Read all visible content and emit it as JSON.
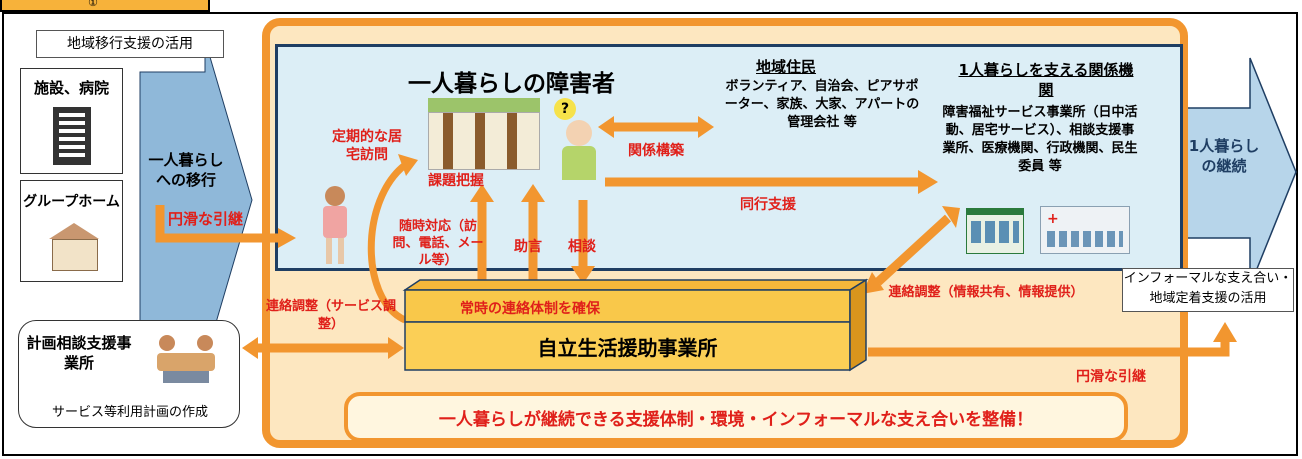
{
  "top_tab": "①",
  "callout_top": "地域移行支援の活用",
  "facility_label": "施設、病院",
  "grouphome_label": "グループホーム",
  "left_arrow_text": "一人暮らしへの移行",
  "smooth_handover_left": "円滑な引継",
  "main_title": "一人暮らしの障害者",
  "regular_visit": "定期的な居宅訪問",
  "task_grasp": "課題把握",
  "on_demand": "随時対応（訪問、電話、メール等）",
  "advice": "助言",
  "consult": "相談",
  "relationship": "関係構築",
  "accompany": "同行支援",
  "residents_title": "地域住民",
  "residents_body": "ボランティア、自治会、ピアサポーター、家族、大家、アパートの管理会社 等",
  "support_orgs_title": "1人暮らしを支える関係機関",
  "support_orgs_body": "障害福祉サービス事業所（日中活動、居宅サービス）、相談支援事業所、医療機関、行政機関、民生委員 等",
  "continue_text": "1人暮らしの継続",
  "informal_callout": "インフォーマルな支え合い・地域定着支援の活用",
  "liaison_left": "連絡調整（サービス調整）",
  "always_contact": "常時の連絡体制を確保",
  "center_office": "自立生活援助事業所",
  "liaison_right": "連絡調整（情報共有、情報提供）",
  "smooth_handover_right": "円滑な引継",
  "plan_office": "計画相談支援事業所",
  "plan_caption": "サービス等利用計画の作成",
  "bottom_banner": "一人暮らしが継続できる支援体制・環境・インフォーマルな支え合いを整備！",
  "colors": {
    "orange": "#f2962f",
    "light_orange": "#fde7c0",
    "blue": "#dceef6",
    "arrow_blue": "#8fb8d9",
    "navy": "#1f3e63",
    "red": "#e0201a"
  }
}
